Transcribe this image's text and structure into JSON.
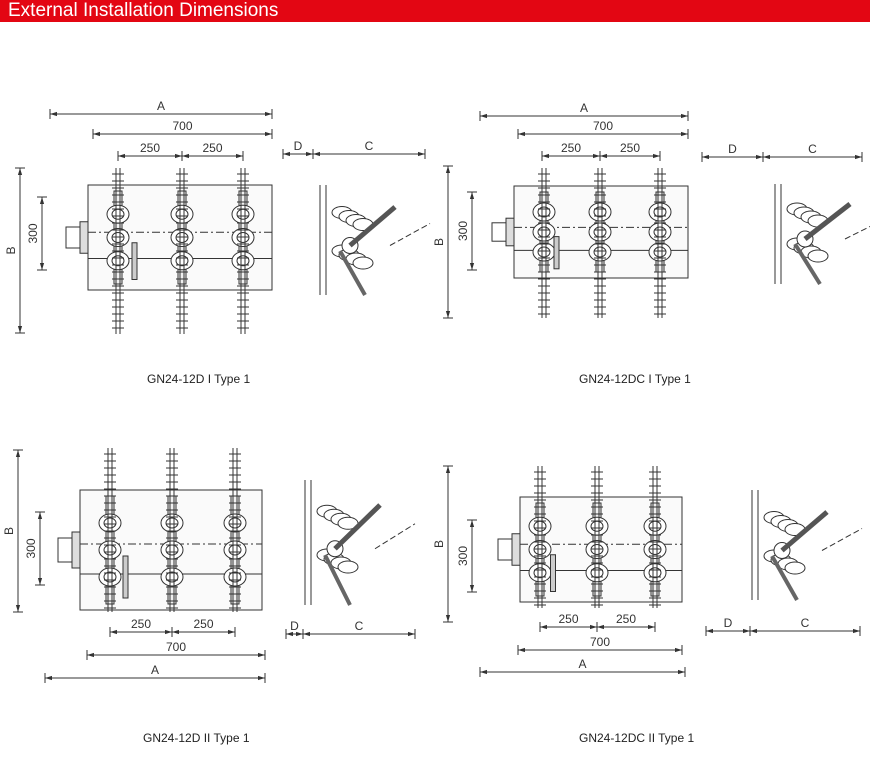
{
  "header": {
    "title": "External Installation Dimensions",
    "color": "#e30613"
  },
  "dimension_labels": {
    "a": "A",
    "b": "B",
    "c": "C",
    "d": "D",
    "w700": "700",
    "w250": "250",
    "h300": "300"
  },
  "figures": [
    {
      "id": "tl",
      "caption": "GN24-12D I Type 1"
    },
    {
      "id": "tr",
      "caption": "GN24-12DC I Type 1"
    },
    {
      "id": "bl",
      "caption": "GN24-12D II Type 1"
    },
    {
      "id": "br",
      "caption": "GN24-12DC II Type 1"
    }
  ]
}
